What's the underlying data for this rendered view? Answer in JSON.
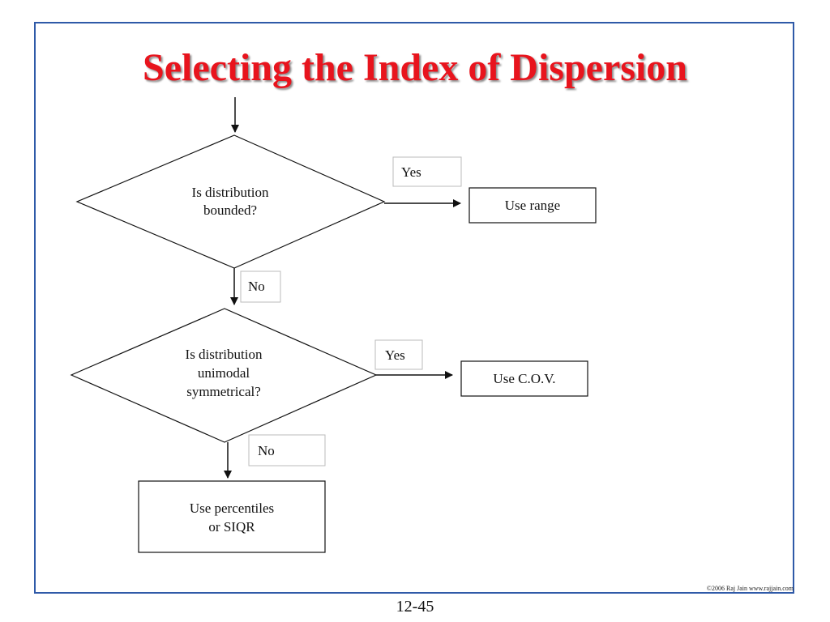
{
  "slide": {
    "title": "Selecting the Index of Dispersion",
    "copyright": "©2006 Raj Jain www.rajjain.com",
    "number": "12-45"
  },
  "flowchart": {
    "decision1": {
      "lines": [
        "Is distribution",
        "bounded?"
      ]
    },
    "decision2": {
      "lines": [
        "Is distribution",
        "unimodal",
        "symmetrical?"
      ]
    },
    "outcome_range": {
      "lines": [
        "Use range"
      ]
    },
    "outcome_cov": {
      "lines": [
        "Use C.O.V."
      ]
    },
    "outcome_percentiles": {
      "lines": [
        "Use percentiles",
        "or SIQR"
      ]
    },
    "edge_labels": {
      "d1_yes": "Yes",
      "d1_no": "No",
      "d2_yes": "Yes",
      "d2_no": "No"
    }
  }
}
